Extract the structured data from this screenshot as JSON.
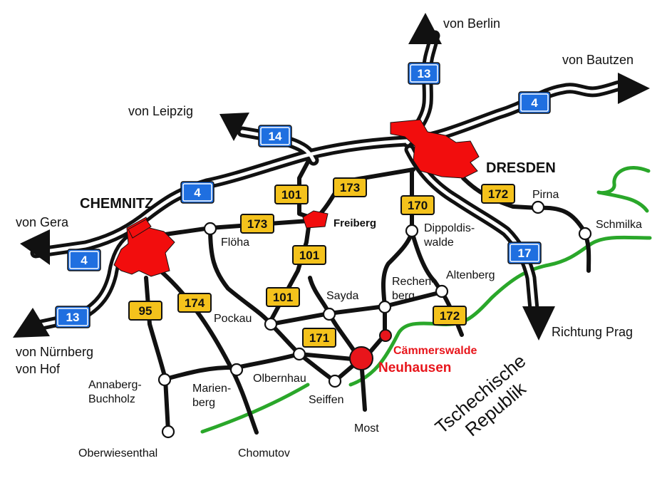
{
  "colors": {
    "road": "#111111",
    "city": "#f20d0d",
    "target": "#e8151b",
    "border": "#2aa72a",
    "autobahn_shield": "#1f6fe0",
    "bundesstrasse_shield": "#f4c21c"
  },
  "directions": {
    "berlin": "von Berlin",
    "bautzen": "von Bautzen",
    "leipzig": "von Leipzig",
    "gera": "von Gera",
    "nuernberg": "von Nürnberg",
    "hof": "von Hof",
    "prag": "Richtung Prag"
  },
  "cities": {
    "dresden": "DRESDEN",
    "chemnitz": "CHEMNITZ",
    "freiberg": "Freiberg"
  },
  "places": {
    "pirna": "Pirna",
    "schmilka": "Schmilka",
    "floeha": "Flöha",
    "dippoldiswalde_1": "Dippoldis-",
    "dippoldiswalde_2": "walde",
    "altenberg": "Altenberg",
    "rechenberg_1": "Rechen-",
    "rechenberg_2": "berg",
    "sayda": "Sayda",
    "pockau": "Pockau",
    "olbernhau": "Olbernhau",
    "seiffen": "Seiffen",
    "marienberg_1": "Marien-",
    "marienberg_2": "berg",
    "annaberg_1": "Annaberg-",
    "annaberg_2": "Buchholz",
    "oberwiesenthal": "Oberwiesenthal",
    "chomutov": "Chomutov",
    "most": "Most",
    "caemmerswalde": "Cämmerswalde",
    "neuhausen": "Neuhausen"
  },
  "country": {
    "line1": "Tschechische",
    "line2": "Republik"
  },
  "autobahn_shields": {
    "a13_north": "13",
    "a4_east": "4",
    "a14": "14",
    "a4_mid": "4",
    "a4_west": "4",
    "a13_south": "13",
    "a17": "17"
  },
  "bundesstrasse_shields": {
    "b101_north": "101",
    "b173_freiberg": "173",
    "b173_floeha": "173",
    "b170": "170",
    "b172_pirna": "172",
    "b101_mid": "101",
    "b101_south": "101",
    "b171": "171",
    "b172_altenberg": "172",
    "b95": "95",
    "b174": "174"
  }
}
